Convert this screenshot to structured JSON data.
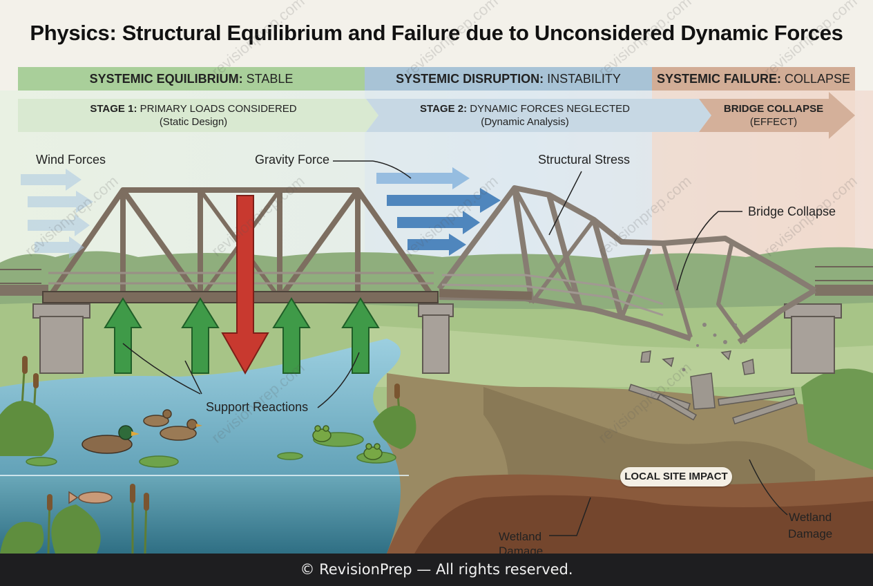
{
  "title": "Physics: Structural Equilibrium and Failure due to Unconsidered Dynamic Forces",
  "bands": [
    {
      "key": "SYSTEMIC EQUILIBRIUM:",
      "value": "STABLE",
      "color": "#a9cf9a"
    },
    {
      "key": "SYSTEMIC DISRUPTION:",
      "value": "INSTABILITY",
      "color": "#a8c3d6"
    },
    {
      "key": "SYSTEMIC FAILURE:",
      "value": "COLLAPSE",
      "color": "#d2ad96"
    }
  ],
  "stages": [
    {
      "key": "STAGE 1:",
      "value": "PRIMARY LOADS CONSIDERED",
      "sub": "(Static Design)"
    },
    {
      "key": "STAGE 2:",
      "value": "DYNAMIC FORCES NEGLECTED",
      "sub": "(Dynamic Analysis)"
    },
    {
      "key": "BRIDGE COLLAPSE",
      "value": "",
      "sub": "(EFFECT)"
    }
  ],
  "labels": {
    "wind": "Wind Forces",
    "gravity": "Gravity Force",
    "stress": "Structural Stress",
    "collapse": "Bridge Collapse",
    "support": "Support Reactions",
    "local_site": "LOCAL SITE IMPACT",
    "wetland_line1": "Wetland",
    "wetland_line2": "Damage"
  },
  "watermark": "revisionprep.com",
  "footer": "© RevisionPrep — All rights reserved.",
  "colors": {
    "support_arrow": "#3f9a48",
    "gravity_arrow": "#c8392f",
    "wind_arrow": "#4f86bd",
    "bridge": "#857565",
    "water": "#7cbdd4"
  },
  "icons": [
    "duck-icon",
    "frog-icon",
    "fish-icon",
    "reed-icon",
    "lily-pad-icon",
    "debris-icon"
  ]
}
